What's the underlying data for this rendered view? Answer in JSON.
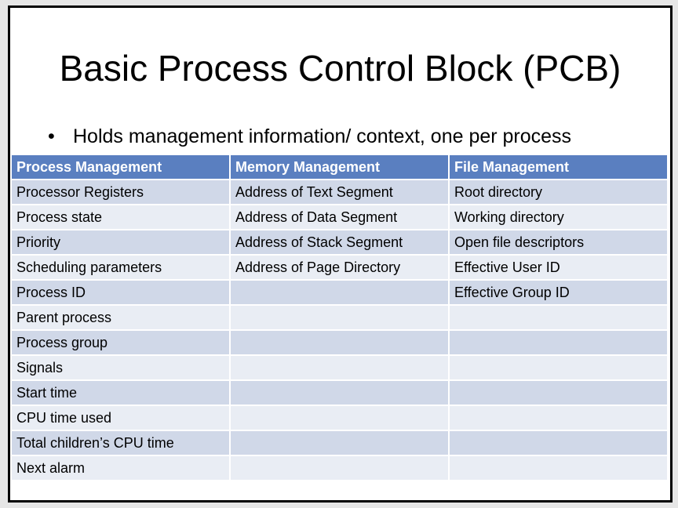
{
  "title": "Basic Process Control Block (PCB)",
  "bullet": "Holds management information/ context, one per process",
  "table": {
    "headers": [
      "Process Management",
      "Memory Management",
      "File Management"
    ],
    "rows": [
      [
        "Processor Registers",
        "Address of Text Segment",
        "Root directory"
      ],
      [
        "Process state",
        "Address of Data Segment",
        "Working directory"
      ],
      [
        "Priority",
        "Address of Stack Segment",
        "Open file descriptors"
      ],
      [
        "Scheduling parameters",
        "Address of Page Directory",
        "Effective User ID"
      ],
      [
        "Process ID",
        "",
        "Effective Group ID"
      ],
      [
        "Parent process",
        "",
        ""
      ],
      [
        "Process group",
        "",
        ""
      ],
      [
        "Signals",
        "",
        ""
      ],
      [
        "Start time",
        "",
        ""
      ],
      [
        "CPU time used",
        "",
        ""
      ],
      [
        "Total children’s CPU time",
        "",
        ""
      ],
      [
        "Next alarm",
        "",
        ""
      ]
    ]
  },
  "colors": {
    "header": "#5a7fc0",
    "row_dark": "#d0d8e8",
    "row_light": "#e9edf4"
  }
}
